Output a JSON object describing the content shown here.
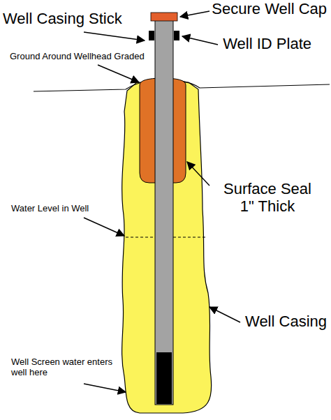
{
  "diagram": {
    "labels": [
      "Secure Well Cap",
      "Well Casing Stick",
      "Well ID Plate",
      "Ground Around Wellhead Graded",
      "Surface Seal 1\" Thick",
      "Water Level in Well",
      "Well Casing",
      "Well Screen water enters well here"
    ]
  }
}
